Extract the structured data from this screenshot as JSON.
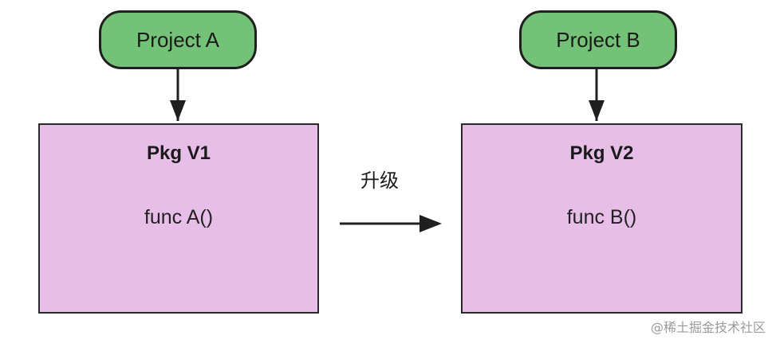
{
  "nodes": {
    "project_a": "Project A",
    "project_b": "Project B",
    "pkg_v1": {
      "title": "Pkg V1",
      "func": "func A()"
    },
    "pkg_v2": {
      "title": "Pkg V2",
      "func": "func B()"
    }
  },
  "edges": {
    "upgrade_label": "升级"
  },
  "watermark": "@稀土掘金技术社区",
  "colors": {
    "project_fill": "#74c277",
    "pkg_fill": "#e6bee8",
    "stroke": "#1f1f1f"
  }
}
